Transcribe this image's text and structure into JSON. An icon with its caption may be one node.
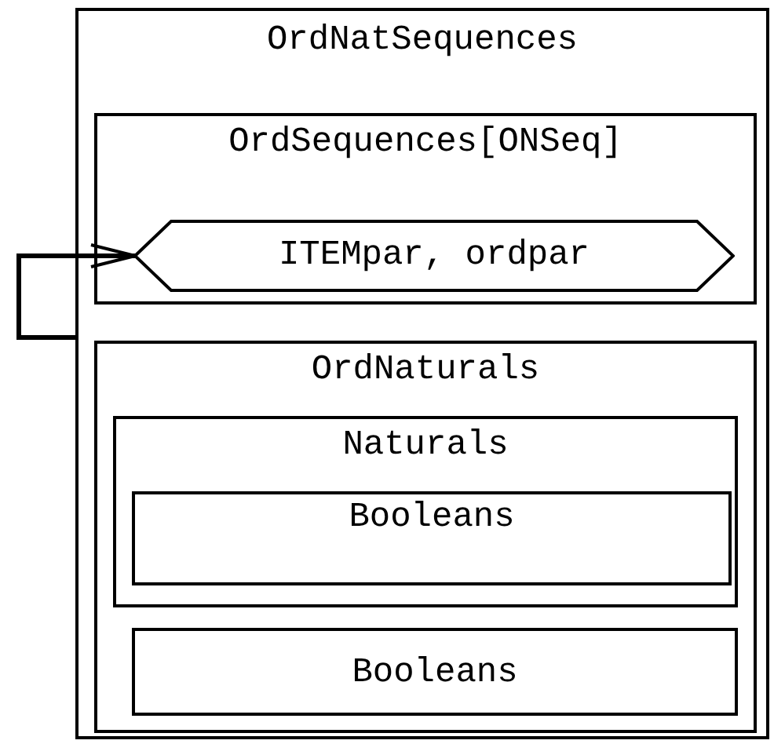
{
  "diagram": {
    "nodes": [
      {
        "text": [
          "OrdNatSequences"
        ]
      },
      {
        "text": [
          "OrdSequences[ONSeq]"
        ],
        "in": 0
      },
      {
        "text": [
          "ITEMpar, ordpar"
        ],
        "in": 1
      },
      {
        "text": [
          "OrdNaturals"
        ],
        "in": 0
      },
      {
        "text": [
          "Naturals"
        ],
        "in": 3
      },
      {
        "text": [
          "Booleans"
        ],
        "in": 4
      },
      {
        "text": [
          "Booleans"
        ],
        "in": 3
      }
    ],
    "edges": [
      {
        "from": 0,
        "to": 2,
        "arrow": "to"
      }
    ]
  }
}
